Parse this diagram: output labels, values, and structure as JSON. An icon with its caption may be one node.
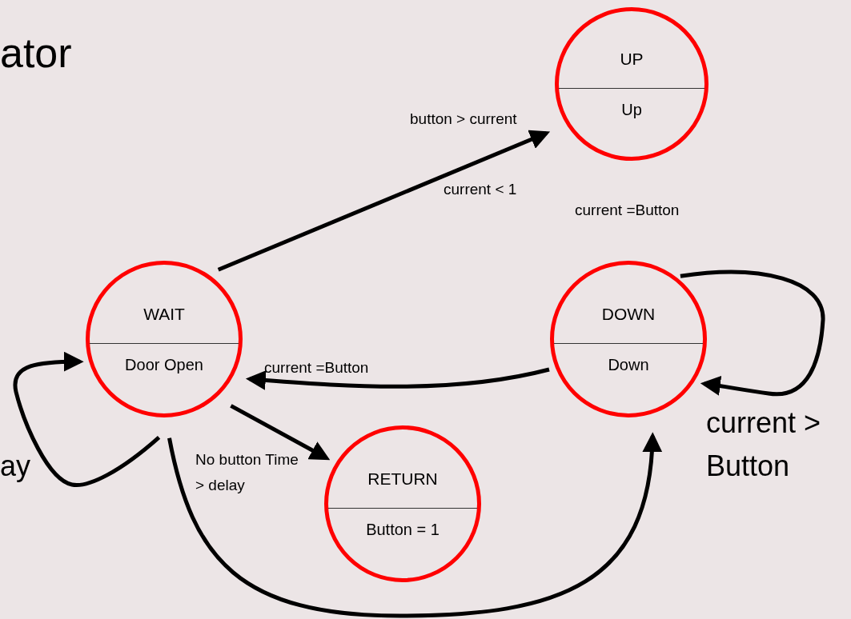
{
  "diagram": {
    "title": "ator",
    "nodes": [
      {
        "text": [
          "UP",
          "Up"
        ]
      },
      {
        "text": [
          "WAIT",
          "Door Open"
        ]
      },
      {
        "text": [
          "DOWN",
          "Down"
        ]
      },
      {
        "text": [
          "RETURN",
          "Button = 1"
        ]
      }
    ],
    "edges": [
      {
        "from": 1,
        "to": 0,
        "arrow": "to",
        "label": "button > current"
      },
      {
        "from": 1,
        "to": 1,
        "arrow": "to"
      },
      {
        "from": 2,
        "to": 1,
        "arrow": "to",
        "label": "current =Button"
      },
      {
        "from": 1,
        "to": 3,
        "arrow": "to",
        "label": "No button Time > delay"
      },
      {
        "from": 1,
        "to": 2,
        "arrow": "to"
      },
      {
        "from": 2,
        "to": 2,
        "arrow": "to",
        "label": "current > Button"
      }
    ],
    "labels": [
      "current < 1",
      "current =Button",
      "ay"
    ]
  }
}
